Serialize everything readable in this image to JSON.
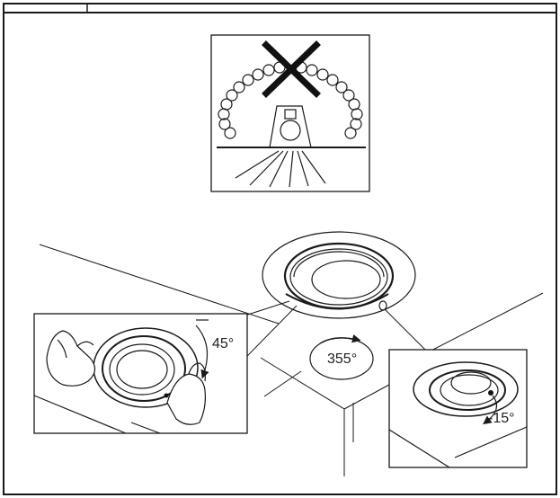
{
  "labels": {
    "tilt_angle": "45°",
    "rotation_angle": "355°",
    "tilt_back_angle": "-15°"
  },
  "colors": {
    "line": "#1a1a1a",
    "background": "#ffffff"
  },
  "icons": {
    "no_insulation_cover": "no-insulation-cover-icon",
    "prohibited_mark": "x-mark-icon"
  }
}
